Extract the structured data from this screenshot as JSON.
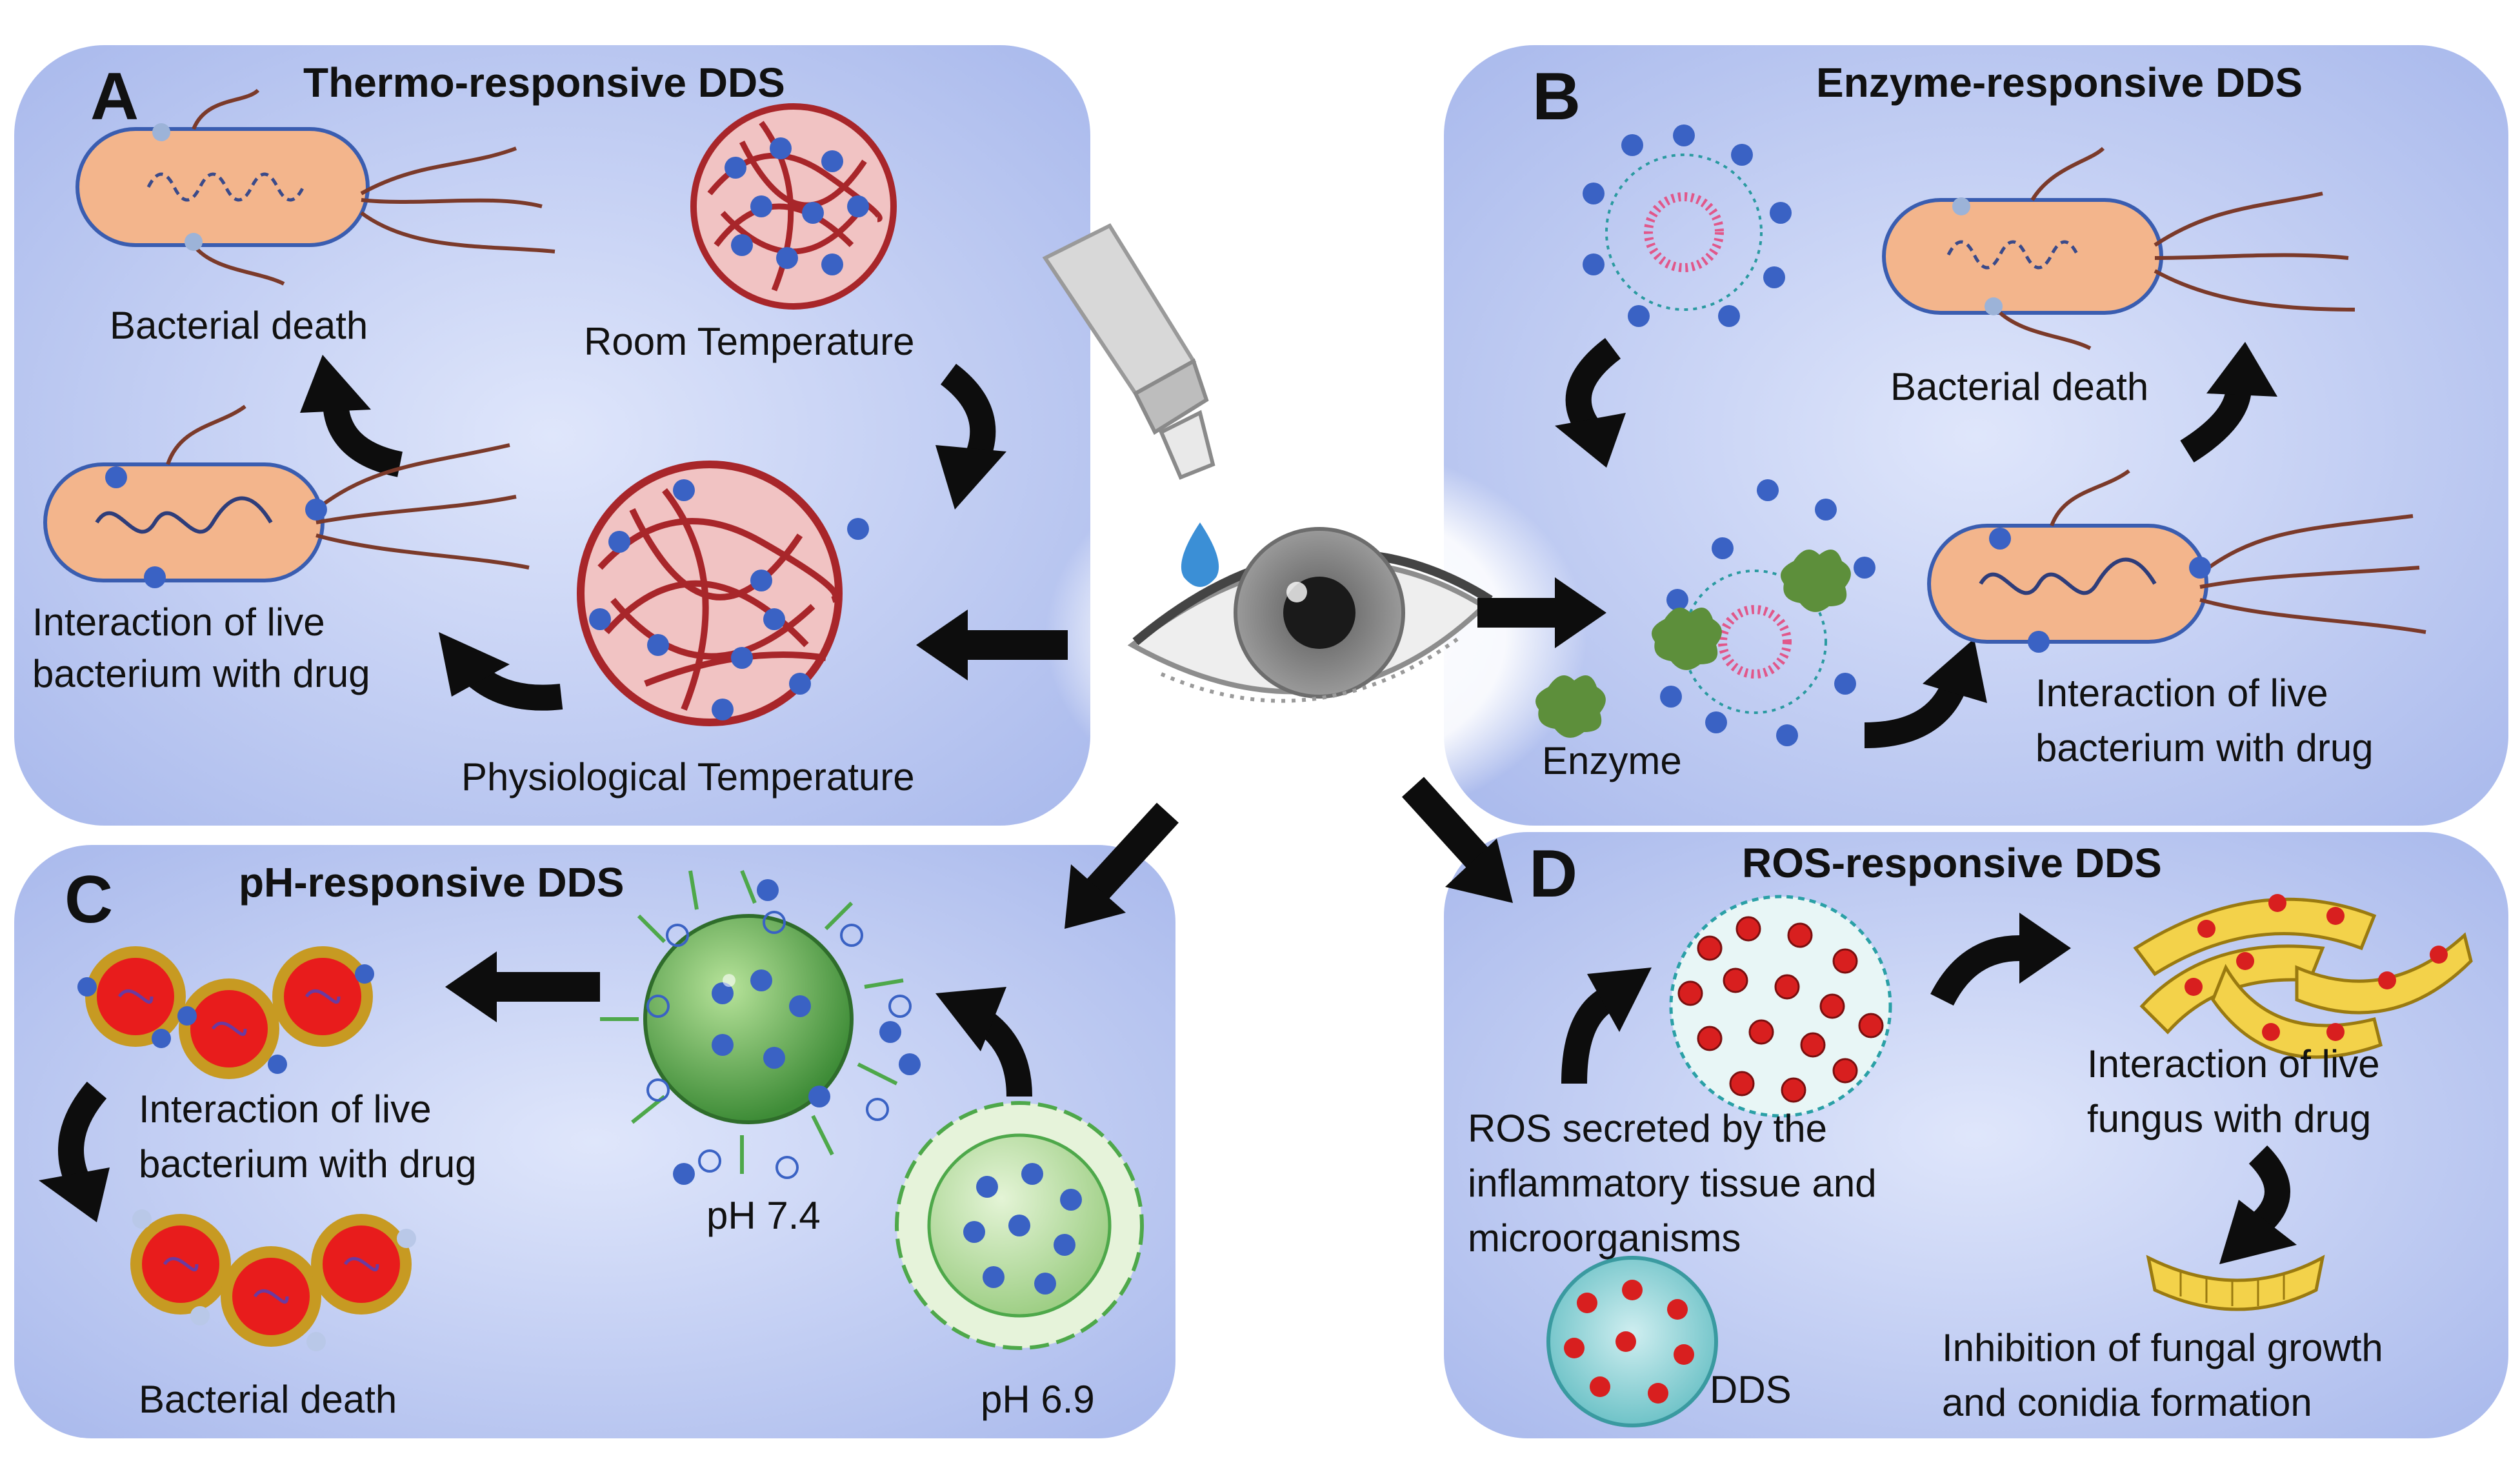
{
  "colors": {
    "panel_fill": "#b3c2ee",
    "panel_edge": "#c8d3f5",
    "bacterium": "#f3b58c",
    "hydrogel": "#a8262a",
    "drug_dot": "#3a62c4",
    "micelle_core": "#e1578a",
    "micelle_tail": "#2a9aa0",
    "enzyme": "#5d8f3b",
    "ph_green": "#4ea84a",
    "ros_dot": "#d81f1f",
    "fungus": "#f3d24a",
    "arrow": "#0d0d0d"
  },
  "icons": [
    "eye-dropper-icon",
    "eye-icon",
    "tear-drop-icon",
    "bacterium-icon",
    "hydrogel-sphere-icon",
    "micelle-icon",
    "enzyme-icon",
    "nanoparticle-icon",
    "fungus-hypha-icon",
    "curved-arrow-icon"
  ],
  "panels": {
    "A": {
      "letter": "A",
      "title": "Thermo-responsive DDS",
      "labels": {
        "death": "Bacterial death",
        "room": "Room Temperature",
        "interaction_1": "Interaction of live",
        "interaction_2": "bacterium with drug",
        "physio": "Physiological Temperature"
      }
    },
    "B": {
      "letter": "B",
      "title": "Enzyme-responsive DDS",
      "labels": {
        "death": "Bacterial death",
        "enzyme": "Enzyme",
        "interaction_1": "Interaction of live",
        "interaction_2": "bacterium with drug"
      }
    },
    "C": {
      "letter": "C",
      "title": "pH-responsive DDS",
      "labels": {
        "interaction_1": "Interaction of live",
        "interaction_2": "bacterium with drug",
        "death": "Bacterial death",
        "ph74": "pH 7.4",
        "ph69": "pH 6.9"
      }
    },
    "D": {
      "letter": "D",
      "title": "ROS-responsive DDS",
      "labels": {
        "ros_1": "ROS secreted by the",
        "ros_2": "inflammatory tissue and",
        "ros_3": "microorganisms",
        "dds": "DDS",
        "fungus_1": "Interaction of live",
        "fungus_2": "fungus with drug",
        "inhibit_1": "Inhibition of fungal growth",
        "inhibit_2": "and conidia formation"
      }
    }
  }
}
